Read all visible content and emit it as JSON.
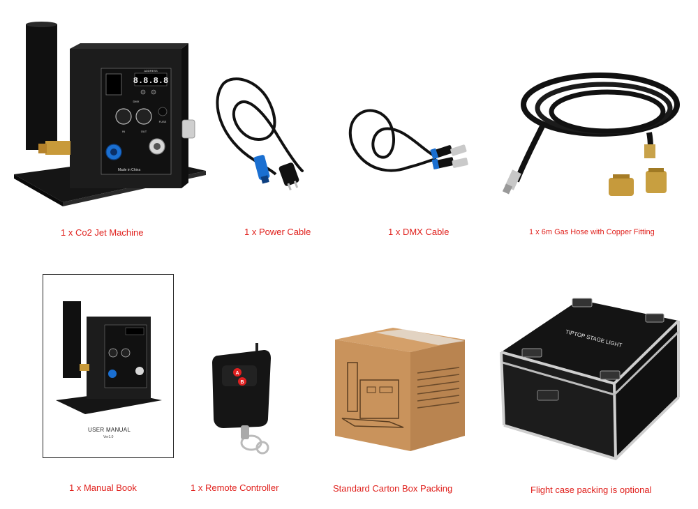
{
  "items": [
    {
      "caption": "1 x Co2 Jet Machine"
    },
    {
      "caption": "1 x Power Cable"
    },
    {
      "caption": "1 x DMX Cable"
    },
    {
      "caption": "1 x 6m Gas Hose with Copper Fitting"
    },
    {
      "caption": "1 x Manual Book"
    },
    {
      "caption": "1 x Remote Controller"
    },
    {
      "caption": "Standard Carton Box Packing"
    },
    {
      "caption": "Flight case packing is optional"
    }
  ],
  "machine_panel": {
    "address_label": "ADDRESS",
    "display": "8.8.8.8",
    "dmx_label": "DMX",
    "fuse_label": "FUSE",
    "in_label": "IN",
    "out_label": "OUT",
    "made_in": "Made in China"
  },
  "manual": {
    "title": "USER MANUAL",
    "version": "Ver1.0"
  },
  "remote": {
    "button_a": "A",
    "button_b": "B"
  },
  "flight_case": {
    "brand": "TIPTOP STAGE LIGHT"
  },
  "colors": {
    "caption": "#e0201c",
    "machine_body": "#1c1c1c",
    "powercon_blue": "#1a6fd1",
    "carton": "#c9935c",
    "remote_button": "#e02020"
  }
}
